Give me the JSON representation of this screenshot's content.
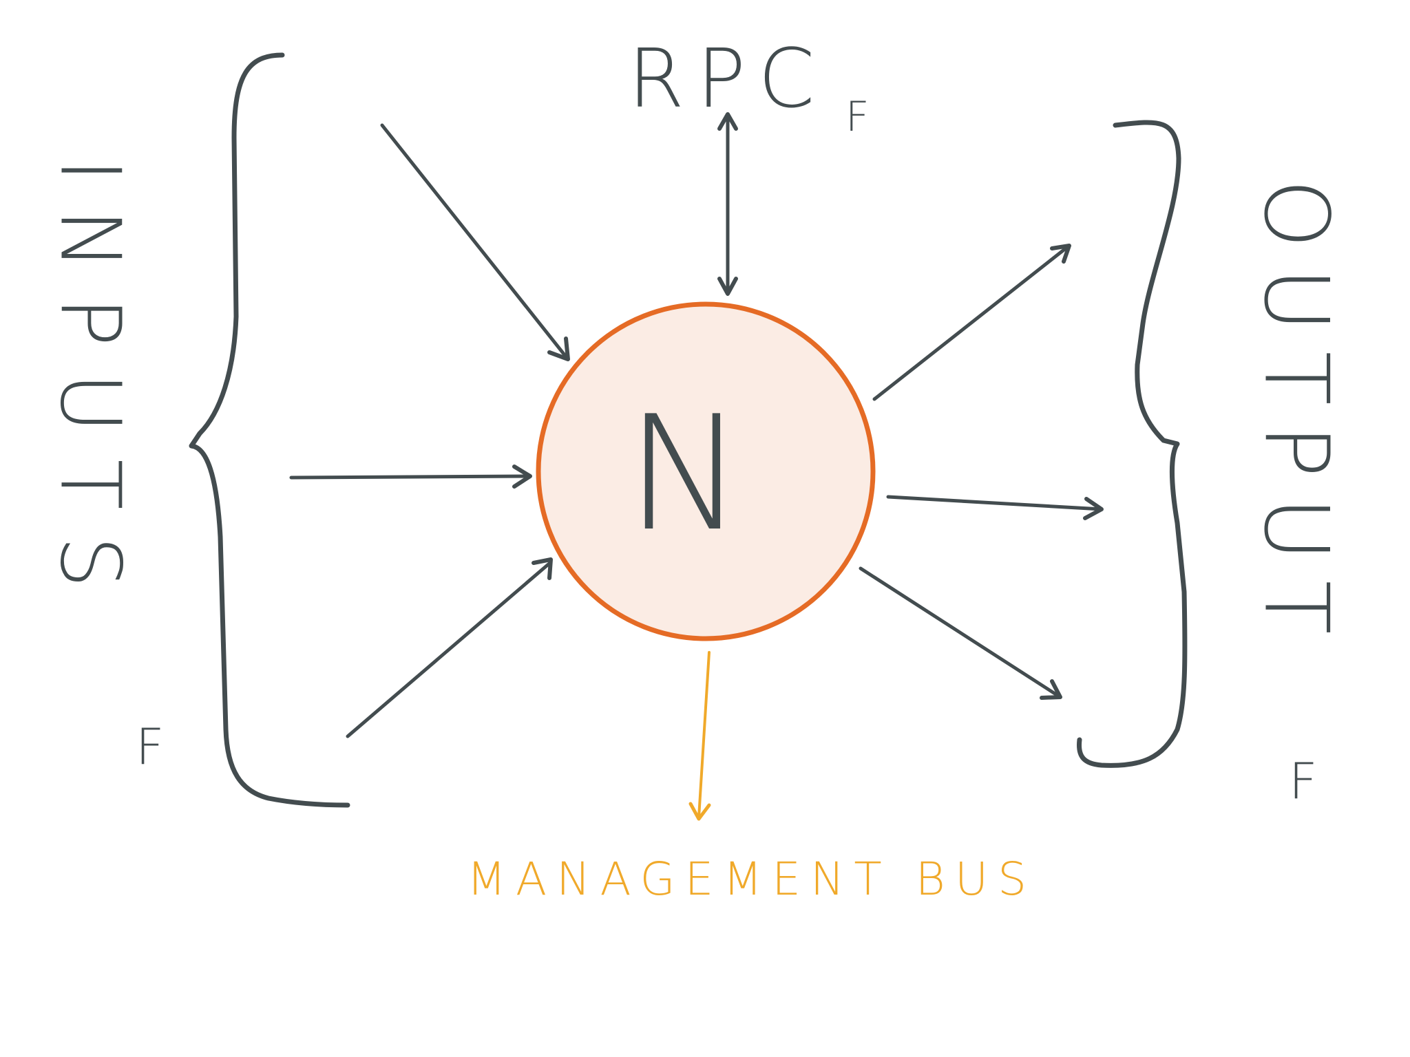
{
  "diagram": {
    "node_label": "N",
    "inputs_label": "INPUTS",
    "inputs_subscript": "F",
    "outputs_label": "OUTPUT",
    "outputs_subscript": "F",
    "rpc_label": "RPC",
    "rpc_subscript": "F",
    "bus_label": "MANAGEMENT BUS"
  },
  "colors": {
    "ink": "#434c4f",
    "node_stroke": "#e56b25",
    "node_fill": "#fbece4",
    "bus": "#f0a92a",
    "background": "#ffffff"
  }
}
